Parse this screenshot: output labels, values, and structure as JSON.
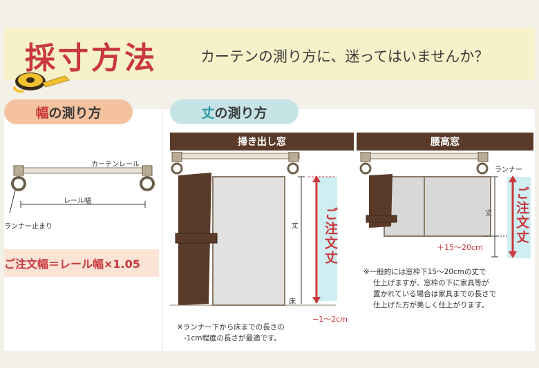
{
  "header": {
    "title": "採寸方法",
    "subtitle": "カーテンの測り方に、迷ってはいませんか？"
  },
  "width_section": {
    "pill_hl": "幅",
    "pill_rest": "の測り方",
    "rail_label": "カーテンレール",
    "rail_width_label": "レール幅",
    "runner_stop_label": "ランナー止まり",
    "formula": "ご注文幅＝レール幅×1.05"
  },
  "length_section": {
    "pill_hl": "丈",
    "pill_rest": "の測り方",
    "floor_window": {
      "header": "掃き出し窓",
      "length_label": "丈",
      "floor_label": "床",
      "order_length": "ご注文丈",
      "offset": "−1〜2cm",
      "note_lines": [
        "※ランナー下から床までの長さの",
        "-1cm程度の長さが最適です。"
      ]
    },
    "waist_window": {
      "header": "腰高窓",
      "runner_label": "ランナー",
      "length_label": "丈",
      "order_length": "ご注文丈",
      "offset": "＋15〜20cm",
      "note_lines": [
        "※一般的には窓枠下15〜20cmの丈で",
        "仕上げますが、窓枠の下に家具等が",
        "置かれている場合は家具までの長さで",
        "仕上げた方が美しく仕上がります。"
      ]
    }
  },
  "colors": {
    "accent_red": "#c8383d",
    "curtain_brown": "#5a3b2a",
    "banner_yellow": "#f6f1c9",
    "pill_orange": "#f4c29e",
    "pill_teal": "#c6e4e6"
  }
}
